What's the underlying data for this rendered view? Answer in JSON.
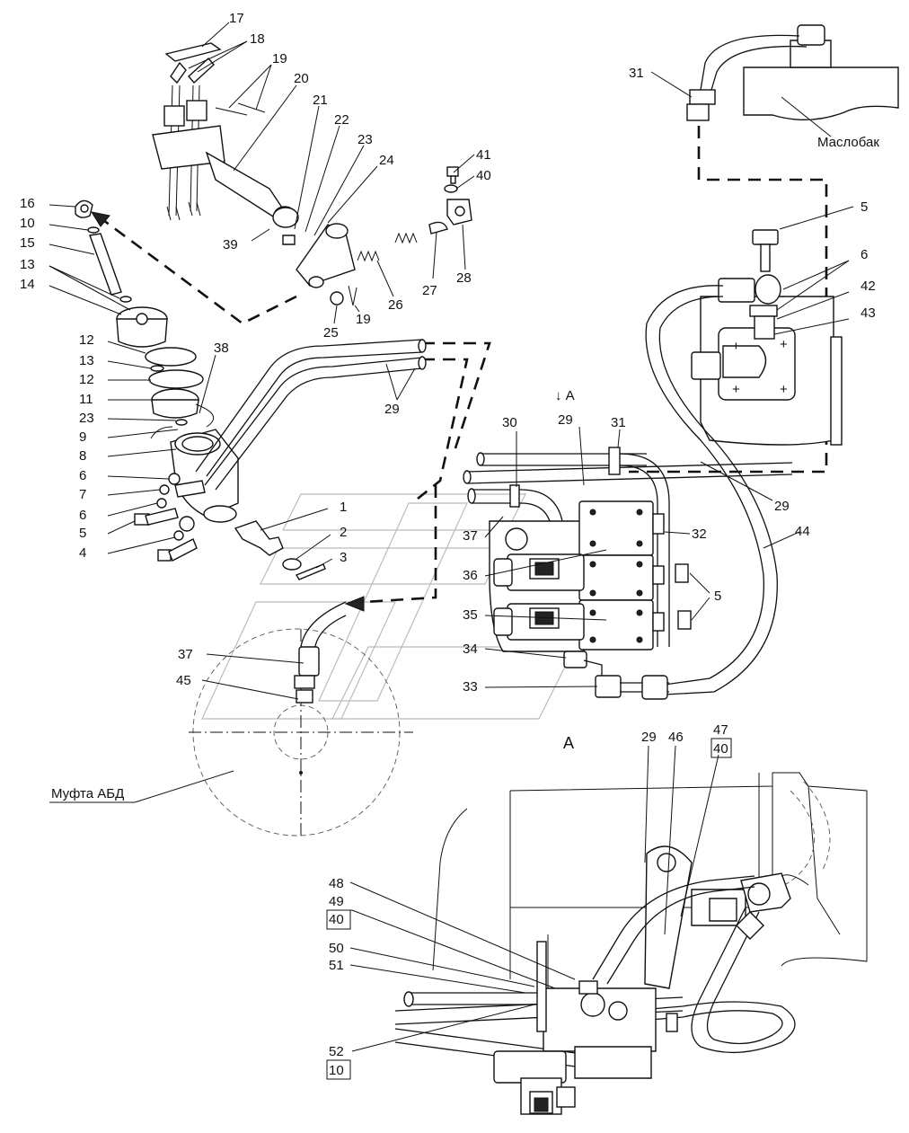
{
  "annotations": {
    "oil_tank": "Маслобак",
    "clutch": "Муфта АБД",
    "view_arrow": "↓ А",
    "view_title": "А"
  },
  "callouts": {
    "c1": "1",
    "c2": "2",
    "c3": "3",
    "c4": "4",
    "c5a": "5",
    "c5b": "5",
    "c5c": "5",
    "c6a": "6",
    "c6b": "6",
    "c6c": "6",
    "c7": "7",
    "c8": "8",
    "c9": "9",
    "c10": "10",
    "c11": "11",
    "c12a": "12",
    "c12b": "12",
    "c13a": "13",
    "c13b": "13",
    "c14": "14",
    "c15": "15",
    "c16": "16",
    "c17": "17",
    "c18": "18",
    "c19a": "19",
    "c19b": "19",
    "c20": "20",
    "c21": "21",
    "c22": "22",
    "c23a": "23",
    "c23b": "23",
    "c24": "24",
    "c25": "25",
    "c26": "26",
    "c27": "27",
    "c28": "28",
    "c29a": "29",
    "c29b": "29",
    "c29c": "29",
    "c29d": "29",
    "c30": "30",
    "c31a": "31",
    "c31b": "31",
    "c32": "32",
    "c33": "33",
    "c34": "34",
    "c35": "35",
    "c36": "36",
    "c37a": "37",
    "c37b": "37",
    "c38": "38",
    "c39": "39",
    "c40": "40",
    "c41": "41",
    "c42": "42",
    "c43": "43",
    "c44": "44",
    "c45": "45",
    "c46": "46",
    "c47": "47",
    "c47sub": "40",
    "c48": "48",
    "c49": "49",
    "c49sub": "40",
    "c50": "50",
    "c51": "51",
    "c52": "52",
    "c52sub": "10"
  }
}
